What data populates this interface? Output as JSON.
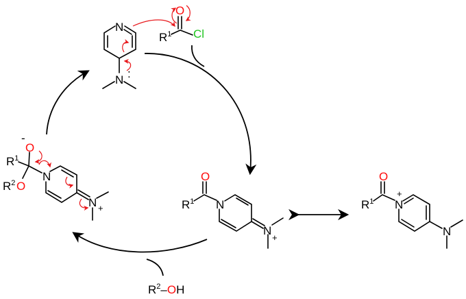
{
  "title": "DMAP-catalyzed acylation mechanism",
  "colors": {
    "oxygen": "#ff0d0d",
    "chlorine": "#1fc51f",
    "arrow_push": "#e8171b",
    "bond": "#000000"
  },
  "dmap": {
    "ring_n": "N",
    "amine_n": "N",
    "lone_pair": ":"
  },
  "acyl_chloride": {
    "r": "R",
    "r_sup": "1",
    "o": "O",
    "cl": "Cl"
  },
  "acylpyridinium_a": {
    "r": "R",
    "r_sup": "1",
    "o": "O",
    "ring_n": "N",
    "iminium_n": "N",
    "charge": "+"
  },
  "acylpyridinium_b": {
    "r": "R",
    "r_sup": "1",
    "o": "O",
    "ring_n": "N",
    "charge": "+",
    "amine_n": "N"
  },
  "tetrahedral": {
    "r1": "R",
    "r1_sup": "1",
    "o_minus": "O",
    "minus": "-",
    "r2": "R",
    "r2_sup": "2",
    "o_ether": "O",
    "ring_n": "N",
    "iminium_n": "N",
    "charge": "+"
  },
  "alcohol": {
    "r": "R",
    "r_sup": "2",
    "dash": "–",
    "o": "O",
    "h": "H"
  }
}
